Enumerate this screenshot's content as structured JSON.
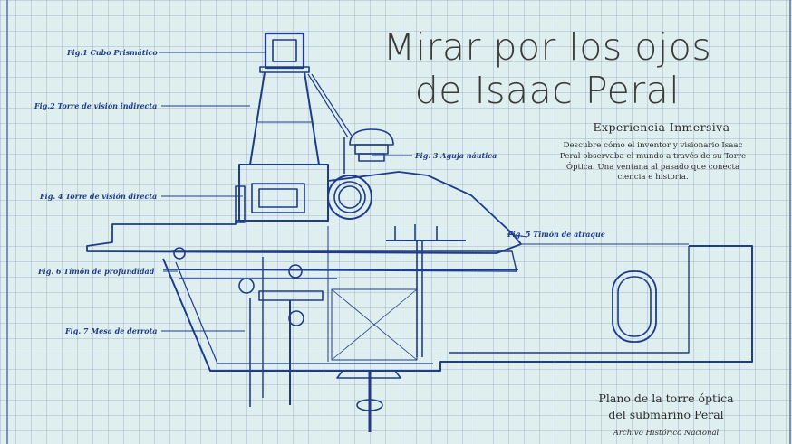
{
  "header": {
    "title_line1": "Mirar por los ojos",
    "title_line2": "de Isaac Peral",
    "subtitle": "Experiencia Inmersiva",
    "description": "Descubre cómo el inventor y visionario Isaac Peral observaba el mundo a través de su Torre Óptica. Una ventana al pasado que conecta ciencia e historia."
  },
  "figures": [
    {
      "id": "fig1",
      "label": "Fig.1 Cubo Prismático"
    },
    {
      "id": "fig2",
      "label": "Fig.2 Torre de visión indirecta"
    },
    {
      "id": "fig3",
      "label": "Fig. 3 Aguja náutica"
    },
    {
      "id": "fig4",
      "label": "Fig. 4 Torre de visión directa"
    },
    {
      "id": "fig5",
      "label": "Fig. 5 Timón de atraque"
    },
    {
      "id": "fig6",
      "label": "Fig. 6 Timón de profundidad"
    },
    {
      "id": "fig7",
      "label": "Fig. 7 Mesa de derrota"
    }
  ],
  "footer": {
    "caption_line1": "Plano de la torre óptica",
    "caption_line2": "del submarino Peral",
    "source": "Archivo Histórico Nacional"
  },
  "colors": {
    "background": "#dfeeef",
    "ink": "#1f3c8c",
    "text": "#2c2c2a"
  }
}
